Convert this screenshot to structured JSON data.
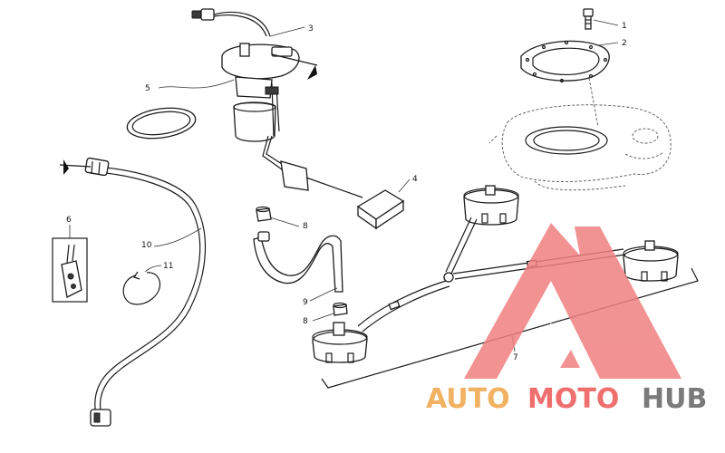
{
  "callouts": {
    "c1": "1",
    "c2": "2",
    "c3": "3",
    "c4": "4",
    "c5": "5",
    "c6": "6",
    "c7": "7",
    "c8a": "8",
    "c8b": "8",
    "c9": "9",
    "c10": "10",
    "c11": "11"
  },
  "watermark": {
    "auto": "AUTO",
    "moto": "MOTO",
    "hub": "HUB",
    "color_auto": "#f2b263",
    "color_moto": "#ef6f6f",
    "color_hub": "#7a7a7a",
    "logo_color": "#f08080"
  }
}
